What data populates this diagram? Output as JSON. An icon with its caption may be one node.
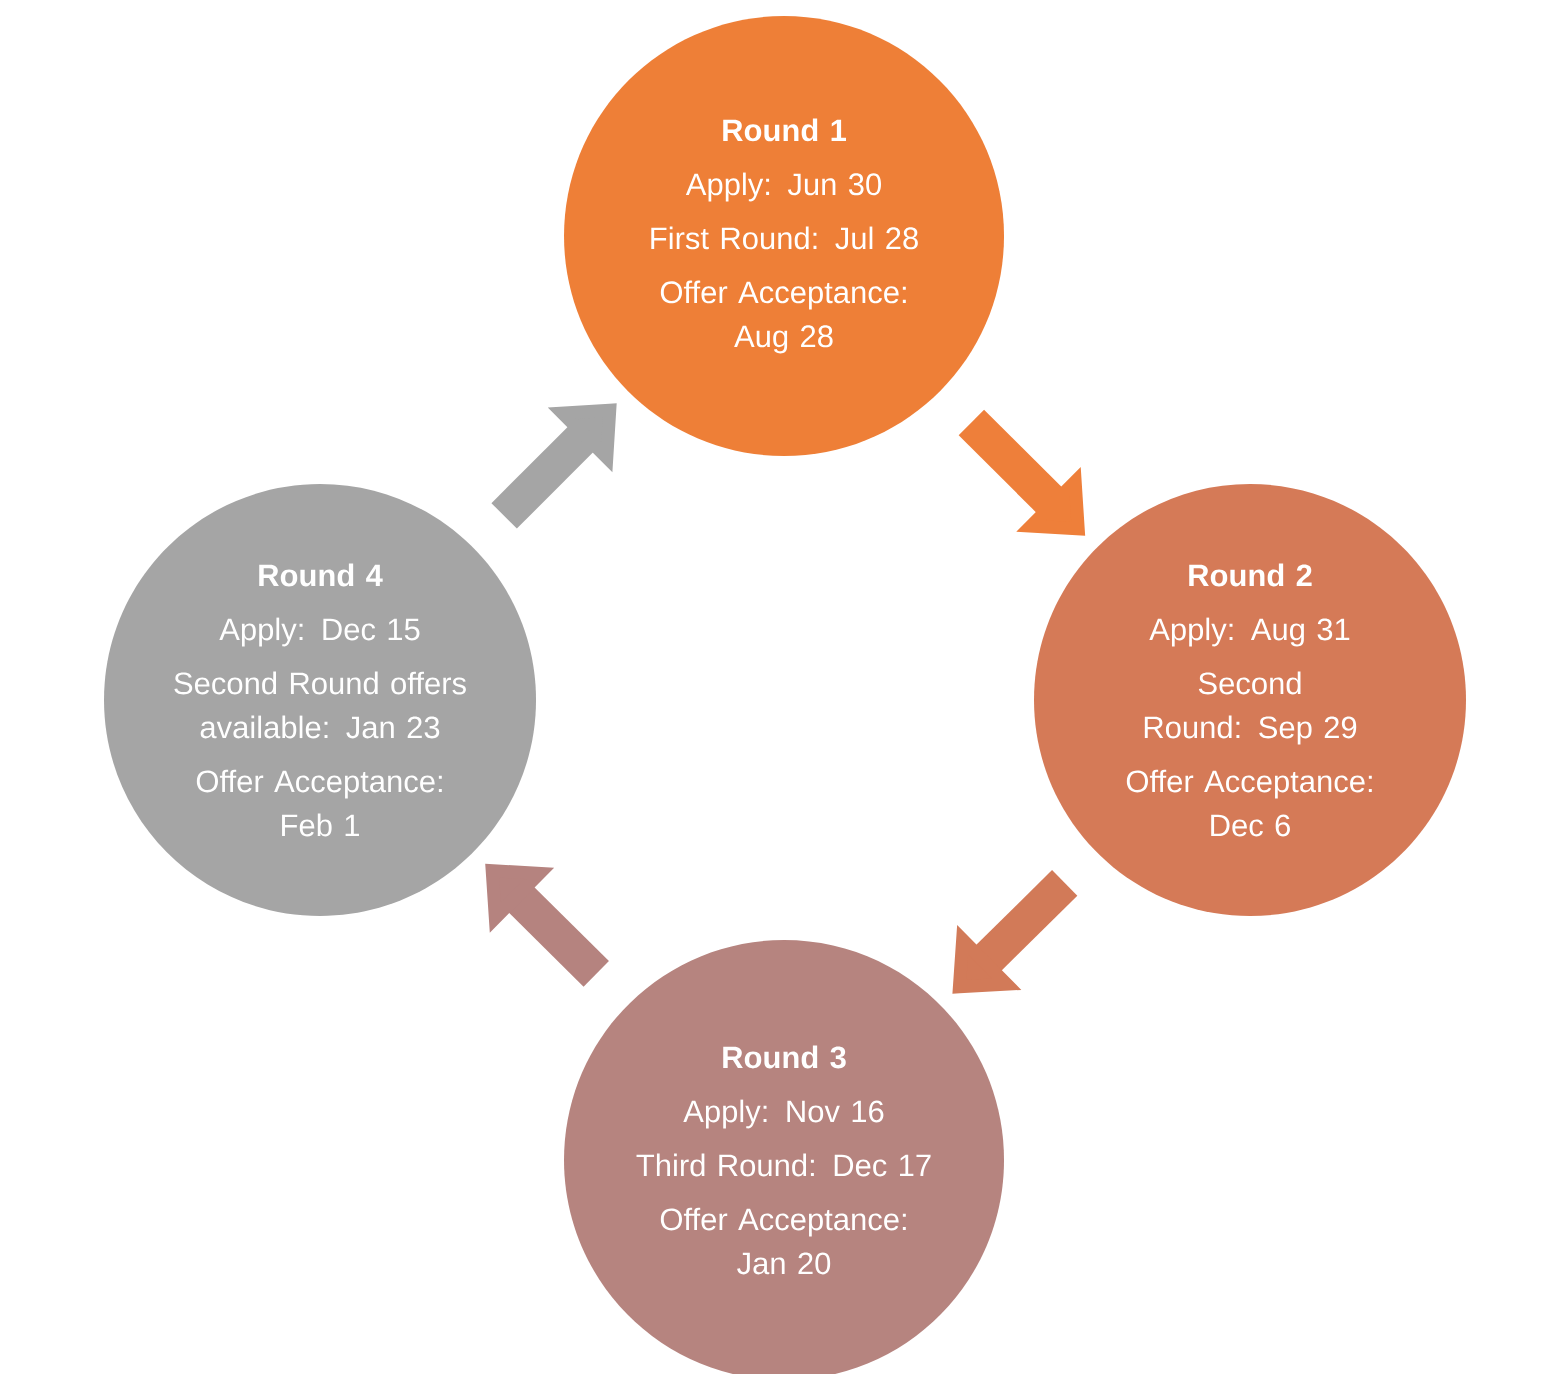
{
  "diagram": {
    "nodes": [
      {
        "text": [
          "Round 1",
          "Apply: Jun 30",
          "First Round: Jul 28",
          "Offer Acceptance: Aug 28"
        ]
      },
      {
        "text": [
          "Round 2",
          "Apply: Aug 31",
          "Second Round: Sep 29",
          "Offer Acceptance: Dec 6"
        ]
      },
      {
        "text": [
          "Round 3",
          "Apply: Nov 16",
          "Third Round: Dec 17",
          "Offer Acceptance: Jan 20"
        ]
      },
      {
        "text": [
          "Round 4",
          "Apply: Dec 15",
          "Second Round offers available: Jan 23",
          "Offer Acceptance: Feb 1"
        ]
      }
    ],
    "edges": [
      {
        "from": 0,
        "to": 1,
        "arrow": "to",
        "color": "#ee7f3a"
      },
      {
        "from": 1,
        "to": 2,
        "arrow": "to",
        "color": "#d27a58"
      },
      {
        "from": 2,
        "to": 3,
        "arrow": "to",
        "color": "#b5837f"
      },
      {
        "from": 3,
        "to": 0,
        "arrow": "to",
        "color": "#a5a5a5"
      }
    ]
  }
}
